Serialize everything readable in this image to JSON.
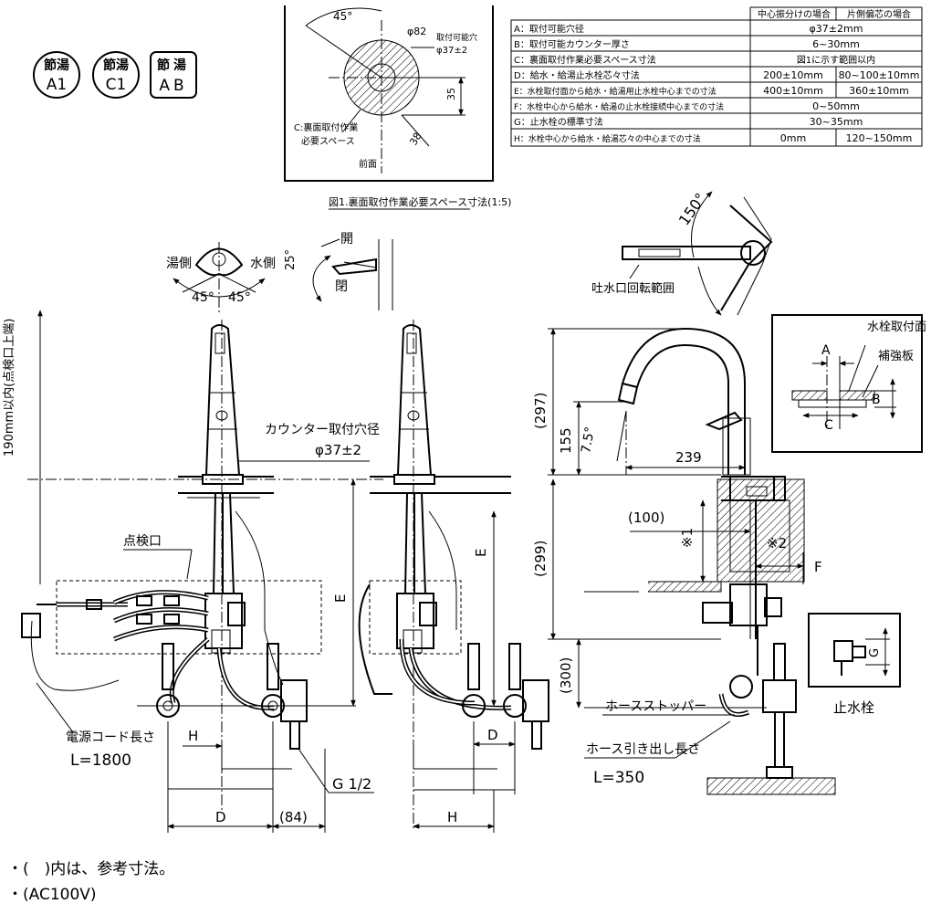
{
  "badges": [
    {
      "top": "節湯",
      "bottom": "A1"
    },
    {
      "top": "節湯",
      "bottom": "C1"
    },
    {
      "top": "節湯",
      "bottom": "AB"
    }
  ],
  "figure1": {
    "caption": "図1.裏面取付作業必要スペース寸法(1:5)",
    "angle": "45°",
    "dia_outer": "φ82",
    "mount_label": "取付可能穴",
    "dia_hole": "φ37±2",
    "dim_35": "35",
    "dim_38": "38",
    "space_label_1": "C:裏面取付作業",
    "space_label_2": "必要スペース",
    "front_label": "前面"
  },
  "spec_table": {
    "header_center": "中心振分けの場合",
    "header_side": "片側偏芯の場合",
    "rows": [
      {
        "label": "A：取付可能穴径",
        "value": "φ37±2mm"
      },
      {
        "label": "B：取付可能カウンター厚さ",
        "value": "6~30mm"
      },
      {
        "label": "C：裏面取付作業必要スペース寸法",
        "value": "図1に示す範囲以内"
      },
      {
        "label": "D：給水・給湯止水栓芯々寸法",
        "center": "200±10mm",
        "side": "80~100±10mm"
      },
      {
        "label": "E：水栓取付面から給水・給湯用止水栓中心までの寸法",
        "center": "400±10mm",
        "side": "360±10mm"
      },
      {
        "label": "F：水栓中心から給水・給湯の止水栓接続中心までの寸法",
        "value": "0~50mm"
      },
      {
        "label": "G：止水栓の標準寸法",
        "value": "30~35mm"
      },
      {
        "label": "H：水栓中心から給水・給湯芯々の中心までの寸法",
        "center": "0mm",
        "side": "120~150mm"
      }
    ]
  },
  "handle": {
    "hot": "湯側",
    "cold": "水側",
    "angle_left": "45°",
    "angle_right": "45°",
    "tilt": "25°",
    "open": "開",
    "close": "閉"
  },
  "spout_rotation": {
    "angle": "150°",
    "label": "吐水口回転範囲"
  },
  "front_view": {
    "height_limit": "190mm以内(点検口上端)",
    "counter_hole_label": "カウンター取付穴径",
    "counter_hole_dim": "φ37±2",
    "inspection": "点検口",
    "power_cord_label": "電源コード長さ",
    "power_cord_len": "L=1800",
    "dim_E": "E",
    "dim_H": "H",
    "dim_D": "D",
    "dim_84": "(84)",
    "thread": "G 1/2"
  },
  "offset_view": {
    "dim_E": "E",
    "dim_D": "D",
    "dim_H": "H"
  },
  "side_view": {
    "dim_297": "(297)",
    "dim_155": "155",
    "angle_75": "7.5°",
    "dim_239": "239",
    "dim_100": "(100)",
    "star1": "※1",
    "star2": "※2",
    "dim_299": "(299)",
    "dim_300": "(300)",
    "dim_F": "F",
    "hose_stopper": "ホースストッパー",
    "hose_pull_label": "ホース引き出し長さ",
    "hose_pull_len": "L=350",
    "stop_valve": "止水栓",
    "dim_G": "G"
  },
  "detail": {
    "mount_face": "水栓取付面",
    "reinforce": "補強板",
    "dim_A": "A",
    "dim_B": "B",
    "dim_C": "C"
  },
  "notes": [
    "・(　)内は、参考寸法。",
    "・(AC100V)"
  ]
}
